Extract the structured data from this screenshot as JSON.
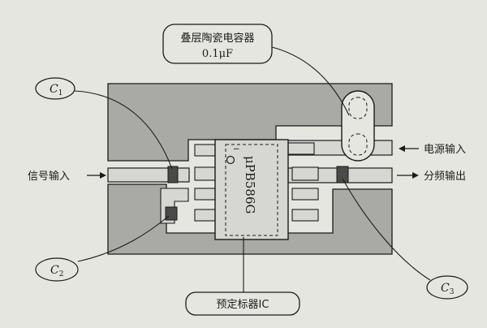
{
  "labels": {
    "capacitor_title": "叠层陶瓷电容器",
    "capacitor_value": "0.1μF",
    "c1_letter": "C",
    "c1_sub": "1",
    "c2_letter": "C",
    "c2_sub": "2",
    "c3_letter": "C",
    "c3_sub": "3",
    "signal_input": "信号输入",
    "power_input": "电源输入",
    "divider_output": "分频输出",
    "ic_label": "预定标器IC",
    "chip_part": "μPB586G",
    "pin1_mark": "I"
  },
  "colors": {
    "background": "#e6e6e1",
    "pcb_gray": "#a9a9a6",
    "trace_light": "#d6d6d2",
    "pad_dark": "#4a4a48",
    "line": "#1b1b1b"
  }
}
